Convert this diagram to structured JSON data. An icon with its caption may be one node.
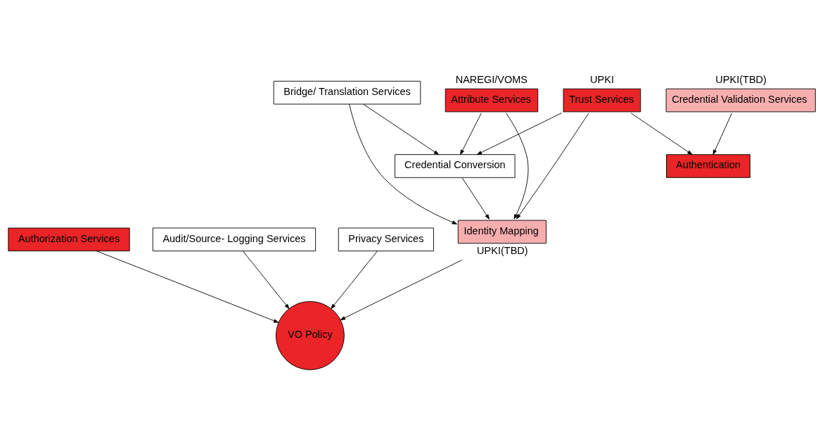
{
  "diagram": {
    "nodes": [
      {
        "text": [
          "Attribute Services"
        ],
        "beside": [
          "NAREGI/VOMS"
        ]
      },
      {
        "text": [
          "Bridge/ Translation Services"
        ]
      },
      {
        "text": [
          "Authorization Services"
        ]
      },
      {
        "text": [
          "Trust Services"
        ],
        "beside": [
          "UPKI"
        ]
      },
      {
        "text": [
          "Audit/Source- Logging Services"
        ]
      },
      {
        "text": [
          "Credential Validation Services"
        ],
        "beside": [
          "UPKI(TBD)"
        ]
      },
      {
        "text": [
          "Credential Conversion"
        ]
      },
      {
        "text": [
          "Privacy Services"
        ]
      },
      {
        "text": [
          "Authentication"
        ]
      },
      {
        "text": [
          "Identity Mapping"
        ],
        "beside": [
          "UPKI(TBD)"
        ]
      },
      {
        "text": [
          "VO Policy"
        ]
      }
    ],
    "edges": [
      {
        "from": 3,
        "to": 8,
        "arrow": "to"
      },
      {
        "from": 3,
        "to": 9,
        "arrow": "to"
      },
      {
        "from": 3,
        "to": 6,
        "arrow": "to"
      },
      {
        "from": 0,
        "to": 9,
        "arrow": "to"
      },
      {
        "from": 0,
        "to": 6,
        "arrow": "to"
      },
      {
        "from": 1,
        "to": 9,
        "arrow": "to"
      },
      {
        "from": 1,
        "to": 6,
        "arrow": "to"
      },
      {
        "from": 5,
        "to": 8,
        "arrow": "to"
      },
      {
        "from": 6,
        "to": 9,
        "arrow": "to"
      },
      {
        "from": 9,
        "to": 10,
        "arrow": "to"
      },
      {
        "from": 2,
        "to": 10,
        "arrow": "to"
      },
      {
        "from": 4,
        "to": 10,
        "arrow": "to"
      },
      {
        "from": 7,
        "to": 10,
        "arrow": "to"
      }
    ]
  }
}
